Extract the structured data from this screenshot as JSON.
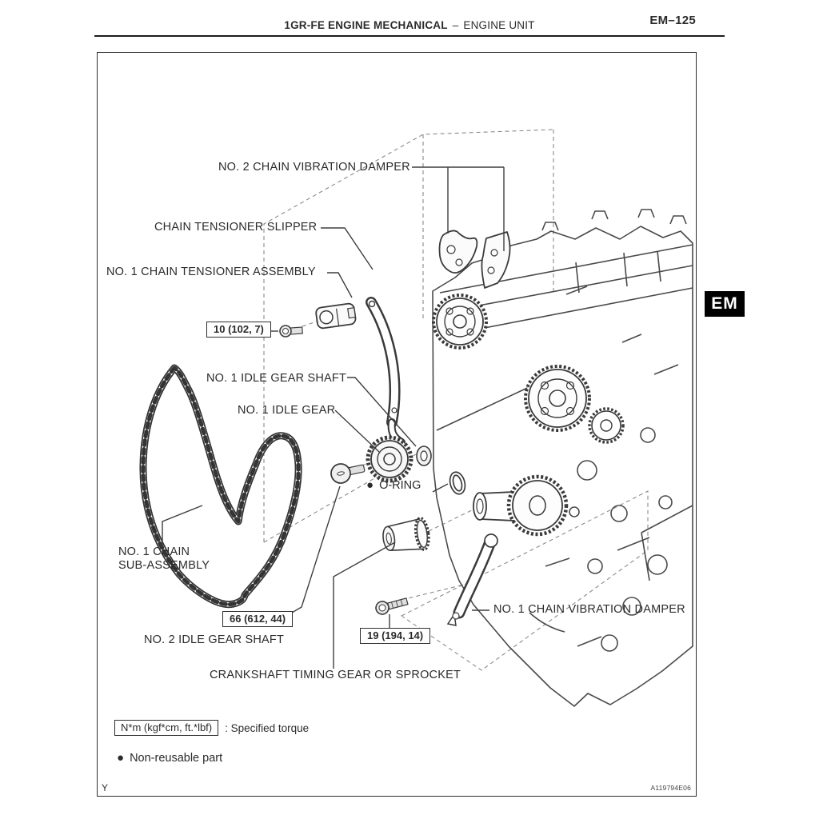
{
  "page": {
    "header": {
      "section_title": "1GR-FE ENGINE MECHANICAL",
      "separator": "–",
      "subsection": "ENGINE UNIT",
      "page_number": "EM–125"
    },
    "side_tab": {
      "label": "EM"
    },
    "footer": {
      "corner_mark": "Y",
      "figure_code": "A119794E06"
    }
  },
  "diagram": {
    "callouts": {
      "no2_chain_vibration_damper": "NO. 2 CHAIN VIBRATION DAMPER",
      "chain_tensioner_slipper": "CHAIN TENSIONER SLIPPER",
      "no1_chain_tensioner_assembly": "NO. 1 CHAIN TENSIONER ASSEMBLY",
      "no1_idle_gear_shaft": "NO. 1 IDLE GEAR SHAFT",
      "no1_idle_gear": "NO. 1 IDLE GEAR",
      "o_ring": "O-RING",
      "no1_chain_sub_assembly_line1": "NO. 1 CHAIN",
      "no1_chain_sub_assembly_line2": "SUB-ASSEMBLY",
      "no2_idle_gear_shaft": "NO. 2 IDLE GEAR SHAFT",
      "no1_chain_vibration_damper": "NO. 1 CHAIN VIBRATION DAMPER",
      "crankshaft_timing_gear": "CRANKSHAFT TIMING GEAR OR SPROCKET"
    },
    "torque_specs": [
      {
        "part": "chain tensioner bolt",
        "value": "10 (102, 7)"
      },
      {
        "part": "idle gear shaft",
        "value": "66 (612, 44)"
      },
      {
        "part": "vibration damper bolt",
        "value": "19 (194, 14)"
      }
    ],
    "legend": {
      "torque_box_label": "N*m (kgf*cm, ft.*lbf)",
      "torque_desc": ": Specified torque",
      "bullet": "●",
      "non_reusable_label": "Non-reusable part"
    },
    "colors": {
      "line_art": "#3b3b3b",
      "label_text": "#2b2b2b",
      "tab_bg": "#000000",
      "tab_text": "#ffffff"
    }
  }
}
